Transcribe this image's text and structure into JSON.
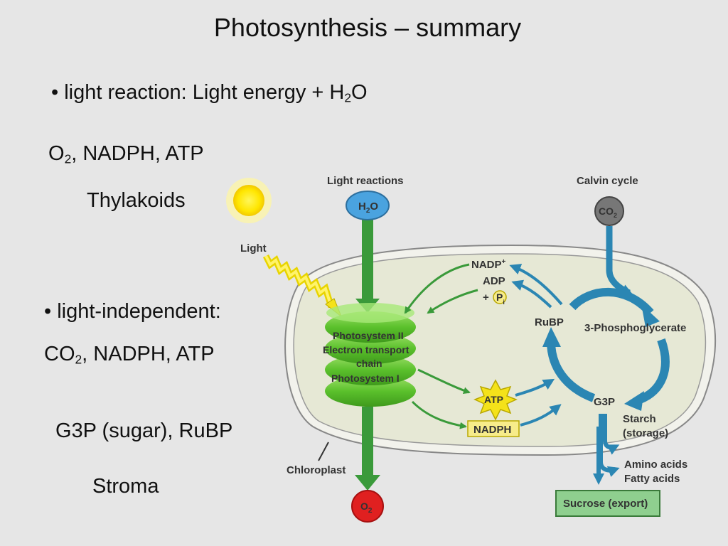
{
  "title": "Photosynthesis – summary",
  "bullet_light": {
    "bullet": "•",
    "text": "light reaction: Light energy + H",
    "sub": "2",
    "suffix": "O"
  },
  "products_light": {
    "o": "O",
    "o_sub": "2",
    "rest": ", NADPH, ATP"
  },
  "location_light": "Thylakoids",
  "bullet_dark": {
    "bullet": "•",
    "text": "light-independent:"
  },
  "inputs_dark": {
    "co": "CO",
    "co_sub": "2",
    "rest": ", NADPH, ATP"
  },
  "products_dark": "G3P (sugar), RuBP",
  "location_dark": "Stroma",
  "diagram": {
    "light_reactions_label": "Light reactions",
    "calvin_cycle_label": "Calvin cycle",
    "h2o_main": "H",
    "h2o_sub": "2",
    "h2o_end": "O",
    "co2_main": "CO",
    "co2_sub": "2",
    "o2_main": "O",
    "o2_sub": "2",
    "light_label": "Light",
    "ps_lines": [
      "Photosystem II",
      "Electron transport",
      "chain",
      "Photosystem I"
    ],
    "nadp": "NADP",
    "nadp_sup": "+",
    "adp": "ADP",
    "plus": "+",
    "pi_main": "P",
    "pi_sub": "i",
    "rubp": "RuBP",
    "pga": "3-Phosphoglycerate",
    "atp": "ATP",
    "nadph": "NADPH",
    "g3p": "G3P",
    "starch_lines": [
      "Starch",
      "(storage)"
    ],
    "amino_lines": [
      "Amino acids",
      "Fatty acids"
    ],
    "sucrose": "Sucrose (export)",
    "chloroplast_label": "Chloroplast"
  },
  "colors": {
    "background": "#e6e6e6",
    "stroma": "#e6e8d5",
    "thylakoid": "#5bc12c",
    "cycle_arrow": "#2b86b3",
    "green_arrow": "#3a9a3a",
    "h2o_bubble": "#4aa3df",
    "co2_bubble": "#777777",
    "o2_bubble": "#e02020",
    "atp_star": "#f4e21a",
    "nadph_box": "#f7ec8a",
    "sucrose_box": "#8fcf8f",
    "sun": "#ffe600"
  }
}
